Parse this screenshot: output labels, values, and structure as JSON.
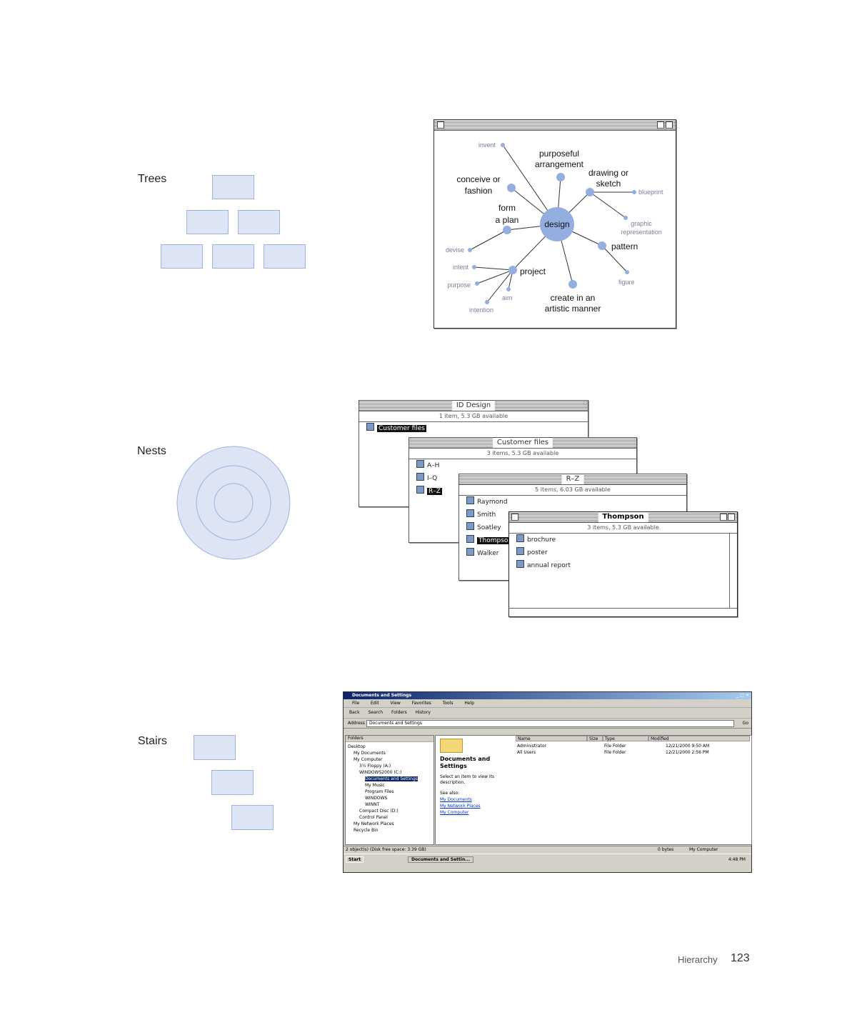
{
  "labels": {
    "trees": "Trees",
    "nests": "Nests",
    "stairs": "Stairs"
  },
  "footer": {
    "section": "Hierarchy",
    "page_number": "123"
  },
  "colors": {
    "accent_fill": "#dde4f4",
    "accent_stroke": "#9eb3de",
    "node": "#94aee0"
  },
  "mindmap": {
    "center": "design",
    "nodes": {
      "invent": "invent",
      "purposeful": [
        "purposeful",
        "arrangement"
      ],
      "drawing": [
        "drawing or",
        "sketch"
      ],
      "blueprint": "blueprint",
      "conceive": [
        "conceive or",
        "fashion"
      ],
      "form": [
        "form",
        "a plan"
      ],
      "graphic": [
        "graphic",
        "representation"
      ],
      "devise": "devise",
      "pattern": "pattern",
      "intent": "intent",
      "project": "project",
      "figure": "figure",
      "purpose": "purpose",
      "aim": "aim",
      "create": [
        "create in an",
        "artistic manner"
      ],
      "intention": "intention"
    }
  },
  "nested_windows": {
    "w1": {
      "title": "ID Design",
      "info": "1 item, 5.3 GB available",
      "items": [
        "Customer files"
      ]
    },
    "w2": {
      "title": "Customer files",
      "info": "3 items, 5.3 GB available",
      "items": [
        "A–H",
        "I–Q",
        "R–Z"
      ]
    },
    "w3": {
      "title": "R–Z",
      "info": "5 items, 6.03 GB available",
      "items": [
        "Raymond",
        "Smith",
        "Soatley",
        "Thompson",
        "Walker"
      ]
    },
    "w4": {
      "title": "Thompson",
      "info": "3 items, 5.3 GB available",
      "items": [
        "brochure",
        "poster",
        "annual report"
      ]
    }
  },
  "explorer": {
    "title": "Documents and Settings",
    "menu": [
      "File",
      "Edit",
      "View",
      "Favorites",
      "Tools",
      "Help"
    ],
    "toolbar": [
      "Back",
      "Search",
      "Folders",
      "History"
    ],
    "address_label": "Address",
    "address_value": "Documents and Settings",
    "go": "Go",
    "folders_header": "Folders",
    "tree": [
      "Desktop",
      "My Documents",
      "My Computer",
      "3½ Floppy (A:)",
      "WINDOWS2000 (C:)",
      "Documents and Settings",
      "My Music",
      "Program Files",
      "WINDOWS",
      "WINNT",
      "Compact Disc (D:)",
      "Control Panel",
      "My Network Places",
      "Recycle Bin"
    ],
    "panel_title": [
      "Documents and",
      "Settings"
    ],
    "panel_hint": [
      "Select an item to view its",
      "description."
    ],
    "see_also": "See also:",
    "links": [
      "My Documents",
      "My Network Places",
      "My Computer"
    ],
    "columns": [
      "Name",
      "Size",
      "Type",
      "Modified"
    ],
    "rows": [
      {
        "name": "Administrator",
        "type": "File Folder",
        "modified": "12/21/2000 9:50 AM"
      },
      {
        "name": "All Users",
        "type": "File Folder",
        "modified": "12/21/2000 2:56 PM"
      }
    ],
    "status": "2 object(s) (Disk free space: 3.39 GB)",
    "status_right": [
      "0 bytes",
      "My Computer"
    ],
    "taskbar_start": "Start",
    "taskbar_task": "Documents and Settin...",
    "clock": "4:48 PM"
  }
}
